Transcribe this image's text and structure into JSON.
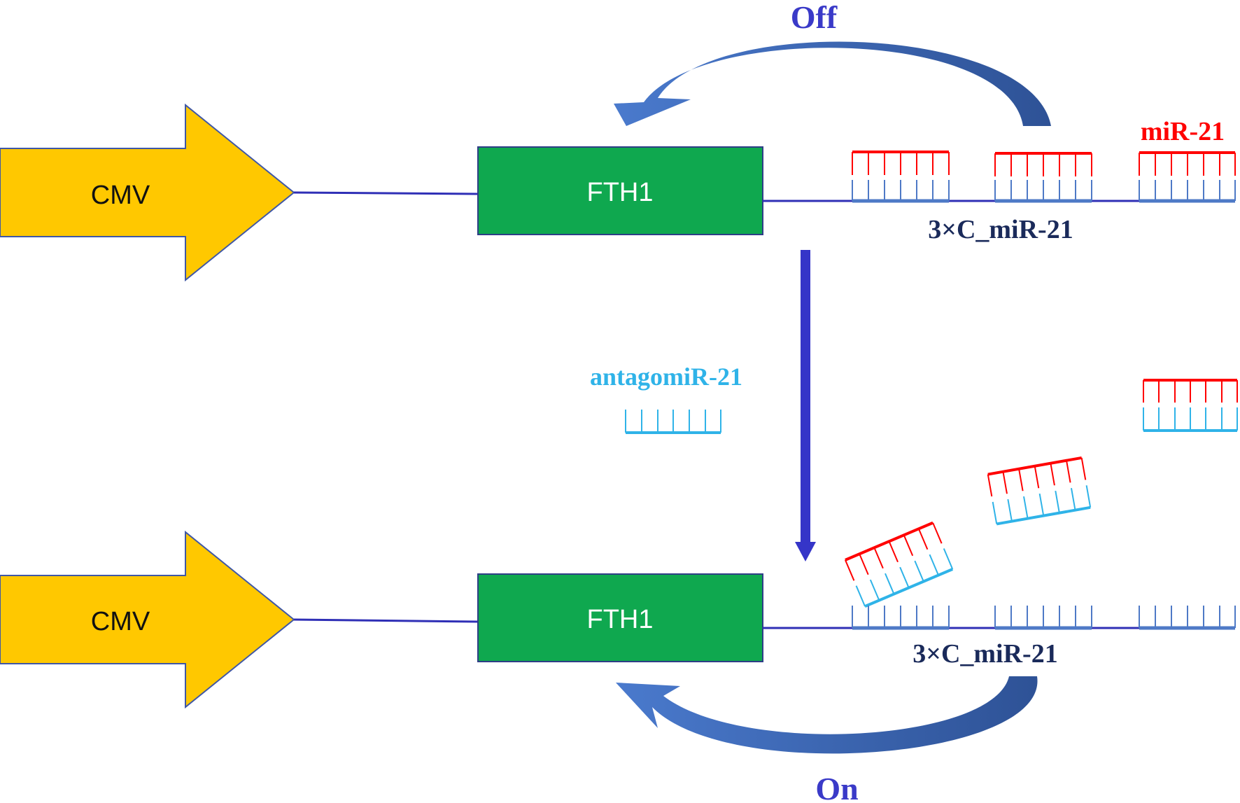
{
  "top_construct": {
    "promoter_label": "CMV",
    "gene_label": "FTH1",
    "sites_label": "3×C_miR-21",
    "mirna_label": "miR-21",
    "feedback_label": "Off"
  },
  "middle": {
    "inhibitor_label": "antagomiR-21"
  },
  "bottom_construct": {
    "promoter_label": "CMV",
    "gene_label": "FTH1",
    "sites_label": "3×C_miR-21",
    "feedback_label": "On"
  },
  "colors": {
    "promoter_fill": "#FFC800",
    "promoter_stroke": "#3F57A6",
    "gene_fill": "#0FA84F",
    "gene_stroke": "#2E3E86",
    "dna_line": "#2F2FB6",
    "target_site": "#4E79C6",
    "mirna": "#FF0000",
    "antagomir": "#2FB3E8",
    "curved_arrow": "#3A68B8",
    "down_arrow": "#3535C8",
    "sites_text": "#1A2A5A",
    "feedback_text": "#3A3AC8"
  }
}
